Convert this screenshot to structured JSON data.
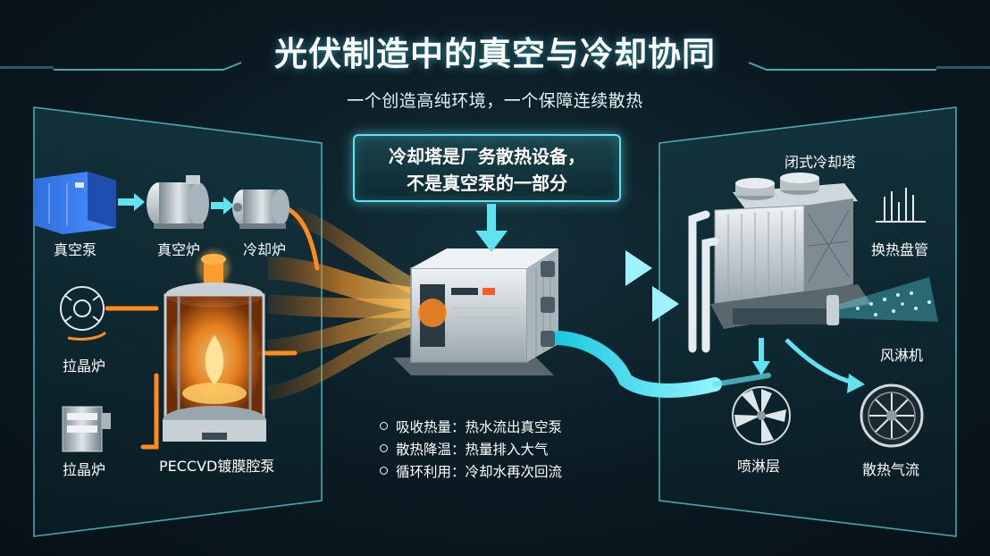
{
  "title": "光伏制造中的真空与冷却协同",
  "subtitle": "一个创造高纯环境，一个保障连续散热",
  "callout": {
    "line1": "冷却塔是厂务散热设备，",
    "line2": "不是真空泵的一部分"
  },
  "left_panel": {
    "labels": {
      "vacuum_pump": "真空泵",
      "vacuum_furnace": "真空炉",
      "cooling_furnace": "冷却炉",
      "crystal_puller_1": "拉晶炉",
      "crystal_puller_2": "拉晶炉",
      "pecvd": "PECCVD镀膜腔泵"
    }
  },
  "right_panel": {
    "labels": {
      "tower": "闭式冷却塔",
      "coil": "换热盘管",
      "fan": "风淋机",
      "spray_layer": "喷淋层",
      "airflow": "散热气流"
    }
  },
  "steps": [
    "吸收热量：热水流出真空泵",
    "散热降温：热量排入大气",
    "循环利用：冷却水再次回流"
  ],
  "colors": {
    "accent_cyan": "#5fe3f0",
    "heat_orange": "#ff8a1e",
    "background": "#0b1a22"
  }
}
